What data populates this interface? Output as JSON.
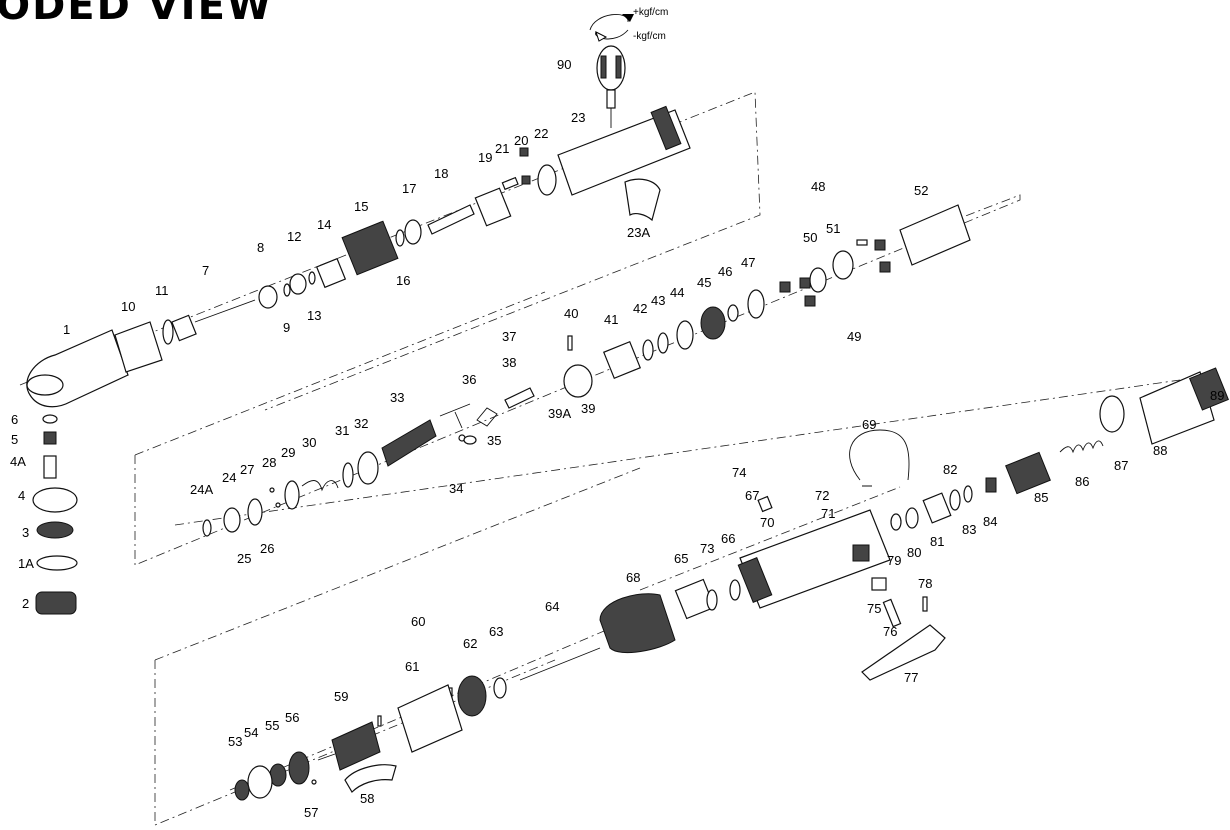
{
  "title": "LODED VIEW",
  "torque": {
    "plus": "+kgf/cm",
    "minus": "-kgf/cm"
  },
  "labels": {
    "p1": "1",
    "p1A": "1A",
    "p2": "2",
    "p3": "3",
    "p4": "4",
    "p4A": "4A",
    "p5": "5",
    "p6": "6",
    "p7": "7",
    "p8": "8",
    "p9": "9",
    "p10": "10",
    "p11": "11",
    "p12": "12",
    "p13": "13",
    "p14": "14",
    "p15": "15",
    "p16": "16",
    "p17": "17",
    "p18": "18",
    "p19": "19",
    "p20": "20",
    "p21": "21",
    "p22": "22",
    "p23": "23",
    "p23A": "23A",
    "p24": "24",
    "p24A": "24A",
    "p25": "25",
    "p26": "26",
    "p27": "27",
    "p28": "28",
    "p29": "29",
    "p30": "30",
    "p31": "31",
    "p32": "32",
    "p33": "33",
    "p34": "34",
    "p35": "35",
    "p36": "36",
    "p37": "37",
    "p38": "38",
    "p39": "39",
    "p39A": "39A",
    "p40": "40",
    "p41": "41",
    "p42": "42",
    "p43": "43",
    "p44": "44",
    "p45": "45",
    "p46": "46",
    "p47": "47",
    "p48": "48",
    "p49": "49",
    "p50": "50",
    "p51": "51",
    "p52": "52",
    "p53": "53",
    "p54": "54",
    "p55": "55",
    "p56": "56",
    "p57": "57",
    "p58": "58",
    "p59": "59",
    "p60": "60",
    "p61": "61",
    "p62": "62",
    "p63": "63",
    "p64": "64",
    "p65": "65",
    "p66": "66",
    "p67": "67",
    "p68": "68",
    "p69": "69",
    "p70": "70",
    "p71": "71",
    "p72": "72",
    "p73": "73",
    "p74": "74",
    "p75": "75",
    "p76": "76",
    "p77": "77",
    "p78": "78",
    "p79": "79",
    "p80": "80",
    "p81": "81",
    "p82": "82",
    "p83": "83",
    "p84": "84",
    "p85": "85",
    "p86": "86",
    "p87": "87",
    "p88": "88",
    "p89": "89",
    "p90": "90"
  }
}
